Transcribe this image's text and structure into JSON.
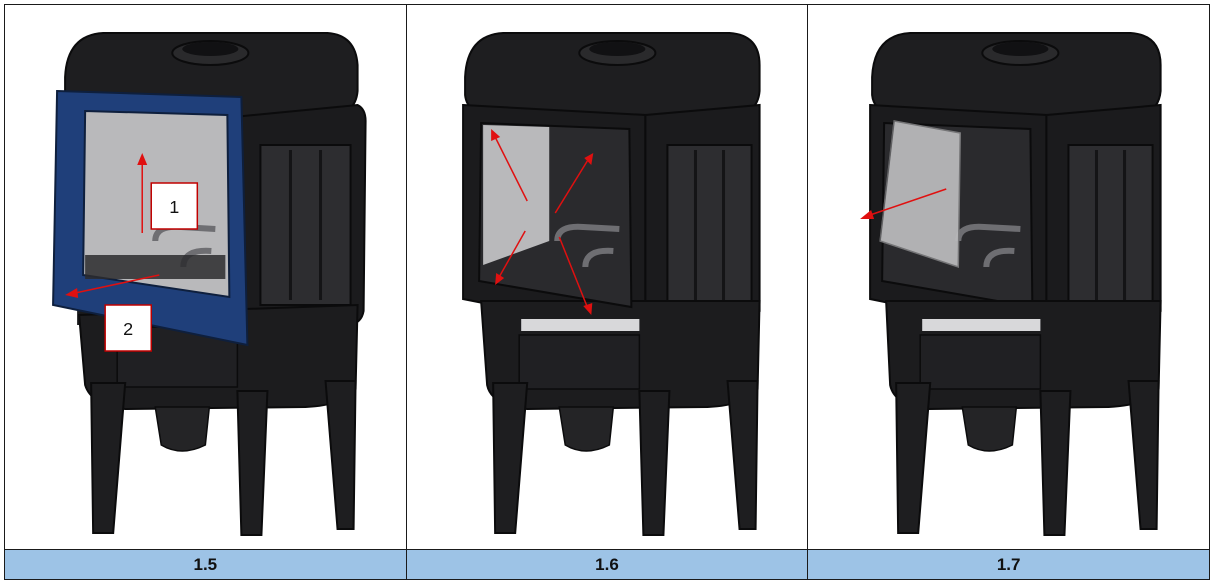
{
  "panels": [
    {
      "caption": "1.5",
      "labels": [
        "1",
        "2"
      ]
    },
    {
      "caption": "1.6"
    },
    {
      "caption": "1.7"
    }
  ],
  "colors": {
    "caption_background": "#9dc3e6",
    "stove_body": "#1c1c1e",
    "door_frame_highlight": "#1f3f7a",
    "arrow": "#e01010",
    "glass": "#b9b9bb"
  }
}
